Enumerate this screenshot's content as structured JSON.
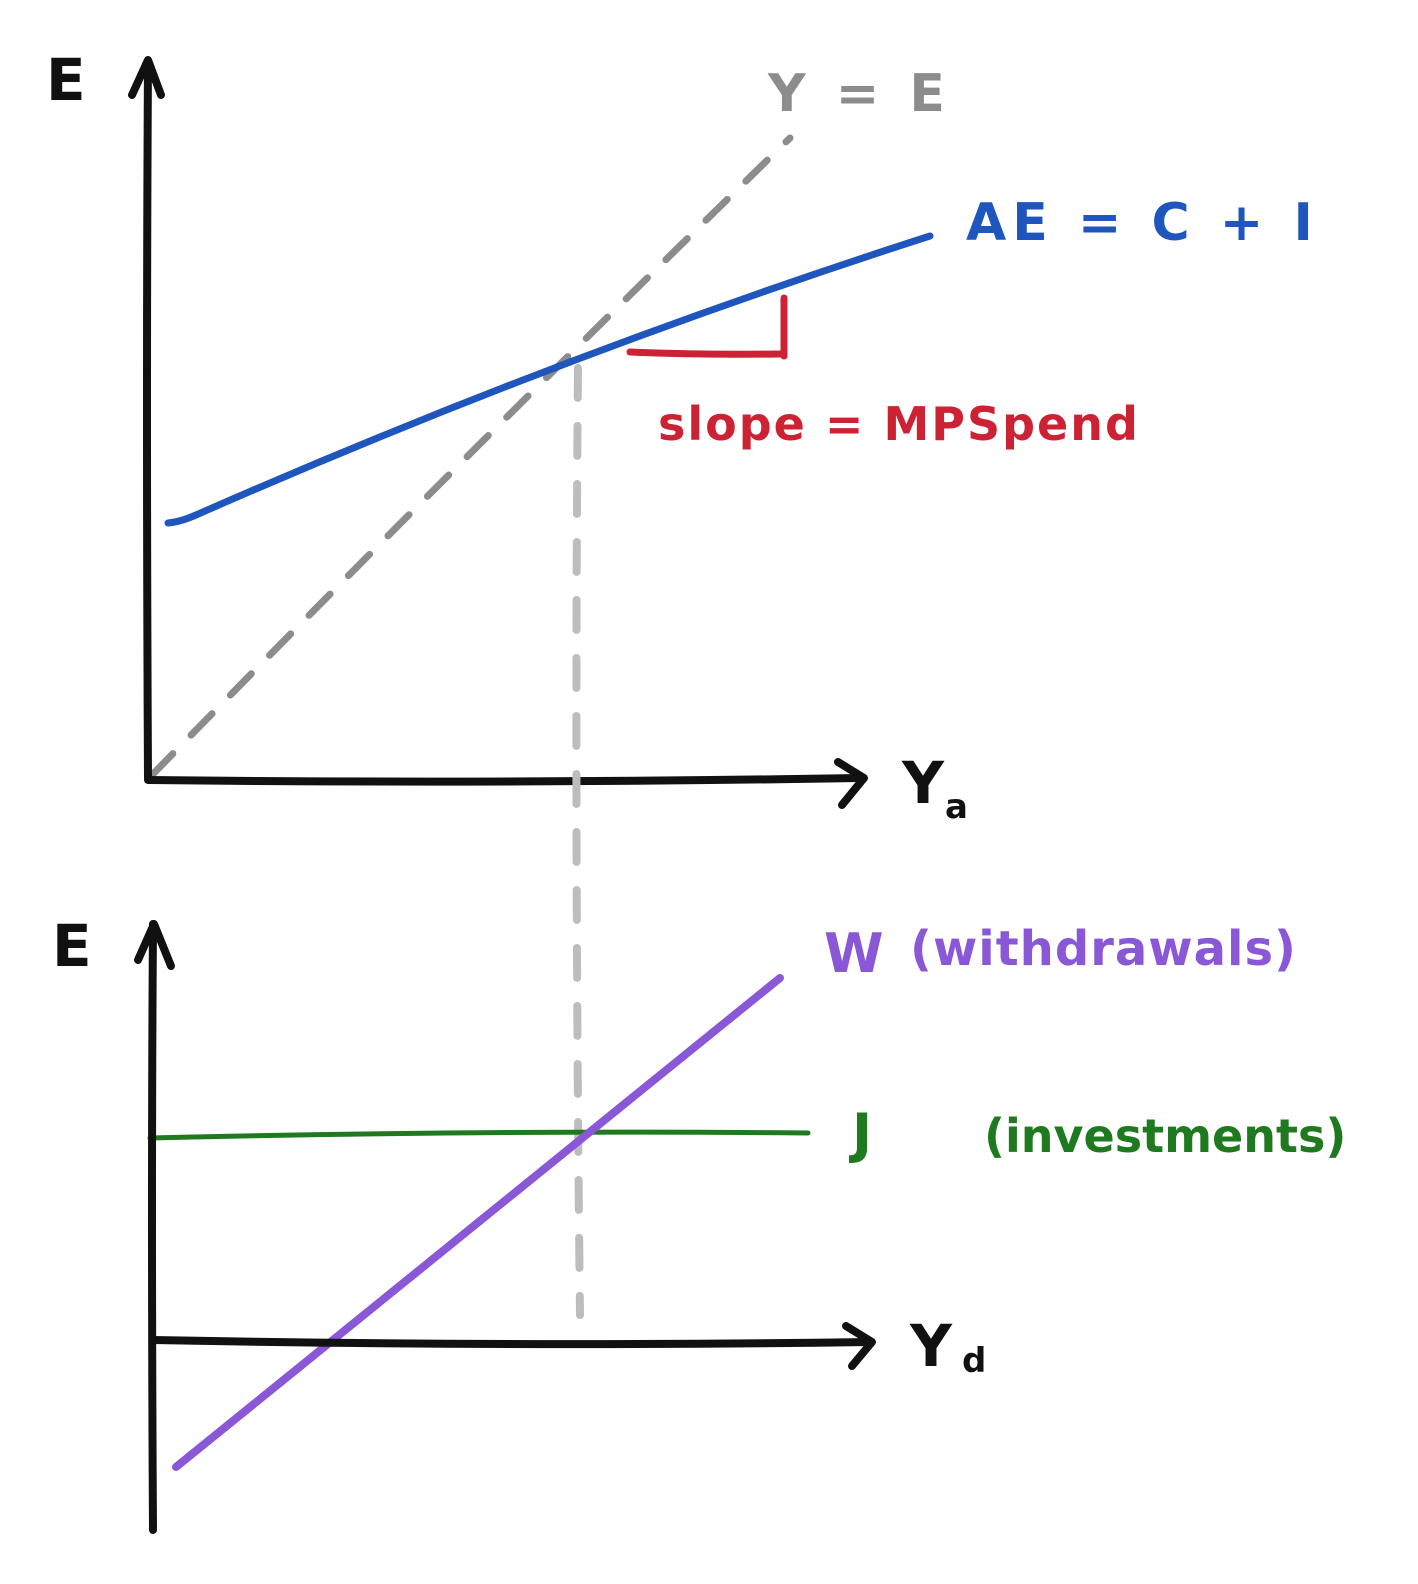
{
  "colors": {
    "axis": "#111111",
    "ae": "#1f56bd",
    "y_equals_e": "#8c8c8c",
    "slope": "#cc2233",
    "withdrawals": "#8a57d6",
    "injections": "#1f7a1f",
    "guide": "#bdbdbd"
  },
  "top_panel": {
    "y_axis_label": "E",
    "x_axis_label": "Y",
    "x_axis_subscript": "a",
    "y_equals_e_label": "Y = E",
    "ae_label": "AE = C + I",
    "slope_label": "slope = MPSpend"
  },
  "bottom_panel": {
    "y_axis_label": "E",
    "x_axis_label": "Y",
    "x_axis_subscript": "d",
    "w_label": "W",
    "w_paren": "(withdrawals)",
    "j_label": "J",
    "j_paren": "(investments)"
  }
}
